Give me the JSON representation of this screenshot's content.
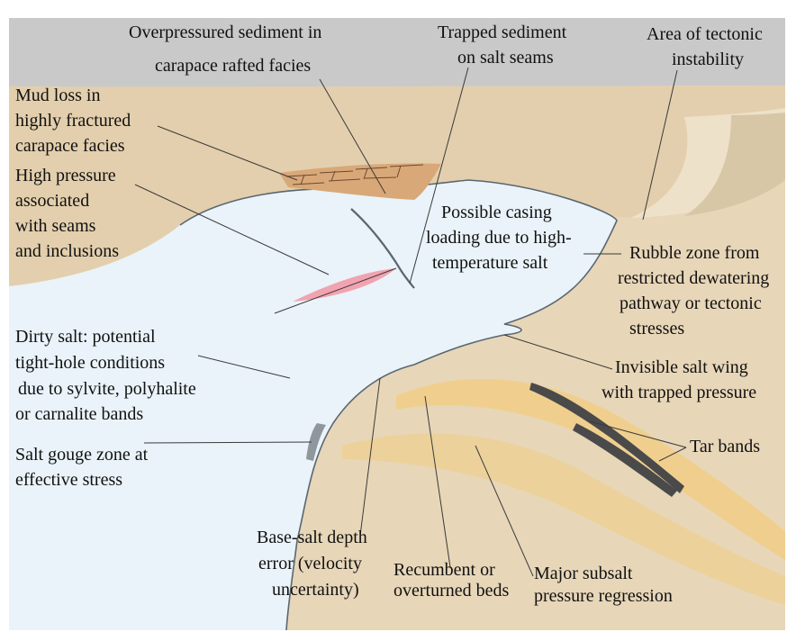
{
  "colors": {
    "sky": "#c9c9c9",
    "sediment": "#e7d6b8",
    "sediment_light": "#ede1ca",
    "upper_sediment": "#e3cfad",
    "salt": "#e9f3f9",
    "salt_edge": "#5a6670",
    "carapace": "#d9a878",
    "pink_inclusion": "#f2a3b0",
    "ochre_beds": "#f0cf8e",
    "tar": "#4a4a4a",
    "gouge": "#8f979d",
    "leader": "#3a3a3a"
  },
  "labels": {
    "overpressured_1": "Overpressured sediment in",
    "overpressured_2": "carapace rafted facies",
    "trapped_1": "Trapped sediment",
    "trapped_2": "on salt seams",
    "tectonic_1": "Area of tectonic",
    "tectonic_2": "instability",
    "mudloss_1": "Mud loss in",
    "mudloss_2": "highly fractured",
    "mudloss_3": "carapace facies",
    "highpressure_1": "High pressure",
    "highpressure_2": "associated",
    "highpressure_3": "with seams",
    "highpressure_4": "and inclusions",
    "casing_1": "Possible casing",
    "casing_2": "loading due to high-",
    "casing_3": "temperature salt",
    "rubble_1": "Rubble zone from",
    "rubble_2": "restricted dewatering",
    "rubble_3": "pathway or tectonic",
    "rubble_4": "stresses",
    "dirty_1": "Dirty salt: potential",
    "dirty_2": "tight-hole conditions",
    "dirty_3": "due to sylvite, polyhalite",
    "dirty_4": "or carnalite bands",
    "wing_1": "Invisible salt wing",
    "wing_2": "with trapped pressure",
    "tar": "Tar bands",
    "gouge_1": "Salt gouge zone at",
    "gouge_2": "effective stress",
    "basesalt_1": "Base-salt depth",
    "basesalt_2": "error (velocity",
    "basesalt_3": "uncertainty)",
    "recumbent_1": "Recumbent or",
    "recumbent_2": "overturned beds",
    "subsalt_1": "Major subsalt",
    "subsalt_2": "pressure regression"
  }
}
